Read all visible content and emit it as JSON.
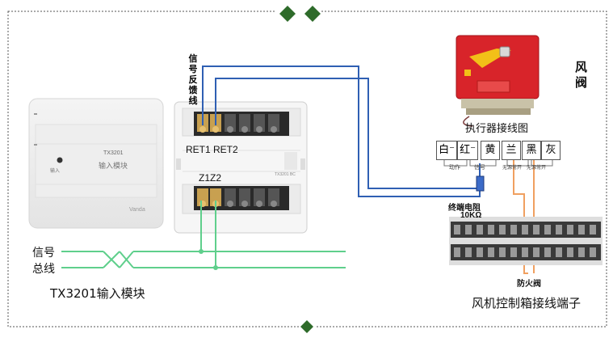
{
  "labels": {
    "signal_feedback_line": "信号反馈线",
    "damper": "风阀",
    "actuator_wiring_diagram": "执行器接线图",
    "ret_labels": "RET1 RET2",
    "z_labels": "Z1Z2",
    "terminal_resistor": "终端电阻",
    "terminal_resistor_value": "10KΩ",
    "fire_damper": "防火阀",
    "control_box_terminals": "风机控制箱接线端子",
    "module_caption": "TX3201输入模块",
    "signal": "信号",
    "bus": "总线",
    "module_model": "TX3201",
    "module_name": "输入模块",
    "module_input_led": "输入",
    "module_brand": "Vanda",
    "base_code": "TX3201 BC"
  },
  "actuator_terminals": [
    {
      "label": "白⁻"
    },
    {
      "label": "红⁻"
    },
    {
      "label": "黄"
    },
    {
      "label": "兰"
    },
    {
      "label": "黑"
    },
    {
      "label": "灰"
    }
  ],
  "actuator_groups": {
    "action": "动作",
    "signal": "信号",
    "no_source_a": "无源常开",
    "no_source_b": "无源常开"
  },
  "colors": {
    "frame_border": "#555555",
    "diamond": "#2e6b2a",
    "signal_wire": "#2f5fb3",
    "bus_wire": "#5fcf8c",
    "control_wire": "#f0a060",
    "damper_red": "#d8242a",
    "terminal_block": "#2a2a2a"
  },
  "icons": {
    "top_ornament": "double-green-diamond-icon",
    "bottom_ornament": "green-diamond-icon"
  }
}
